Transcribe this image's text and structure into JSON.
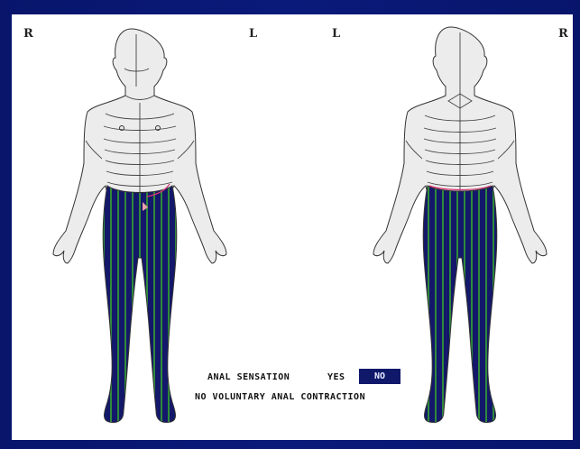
{
  "front_view": {
    "label_left": "R",
    "label_right": "L"
  },
  "back_view": {
    "label_left": "L",
    "label_right": "R"
  },
  "legend": {
    "anal_sensation_label": "ANAL SENSATION",
    "yes_option": "YES",
    "no_option": "NO",
    "contraction_note": "NO VOLUNTARY ANAL CONTRACTION"
  },
  "colors": {
    "slide_background": "#0a1a7a",
    "stripe_dark": "#14186a",
    "stripe_green": "#2f8a3a",
    "skin": "#ececec",
    "outline": "#333333",
    "selected_option": "#10186a"
  },
  "shaded_region": "legs-and-lower-trunk"
}
